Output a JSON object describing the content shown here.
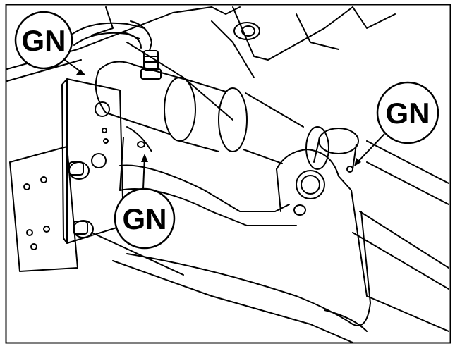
{
  "figure": {
    "callouts": [
      {
        "text": "GN",
        "target": "hydraulic-hose-fitting"
      },
      {
        "text": "GN",
        "target": "cylinder-pivot-pin"
      },
      {
        "text": "GN",
        "target": "cylinder-rod-pin"
      }
    ]
  }
}
